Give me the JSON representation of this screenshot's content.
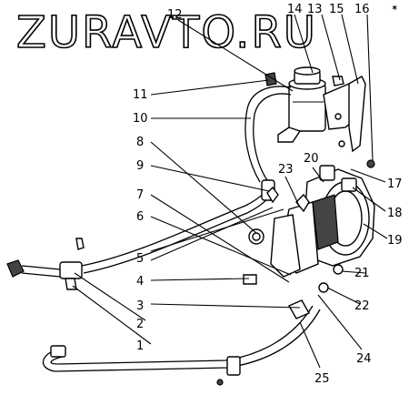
{
  "watermark": "ZURAVTO.RU",
  "corner_mark": "✶",
  "labels": {
    "l1": "1",
    "l2": "2",
    "l3": "3",
    "l4": "4",
    "l5": "5",
    "l6": "6",
    "l7": "7",
    "l8": "8",
    "l9": "9",
    "l10": "10",
    "l11": "11",
    "l12": "12",
    "l13": "13",
    "l14": "14",
    "l15": "15",
    "l16": "16",
    "l17": "17",
    "l18": "18",
    "l19": "19",
    "l20": "20",
    "l21": "21",
    "l22": "22",
    "l23": "23",
    "l24": "24",
    "l25": "25"
  }
}
